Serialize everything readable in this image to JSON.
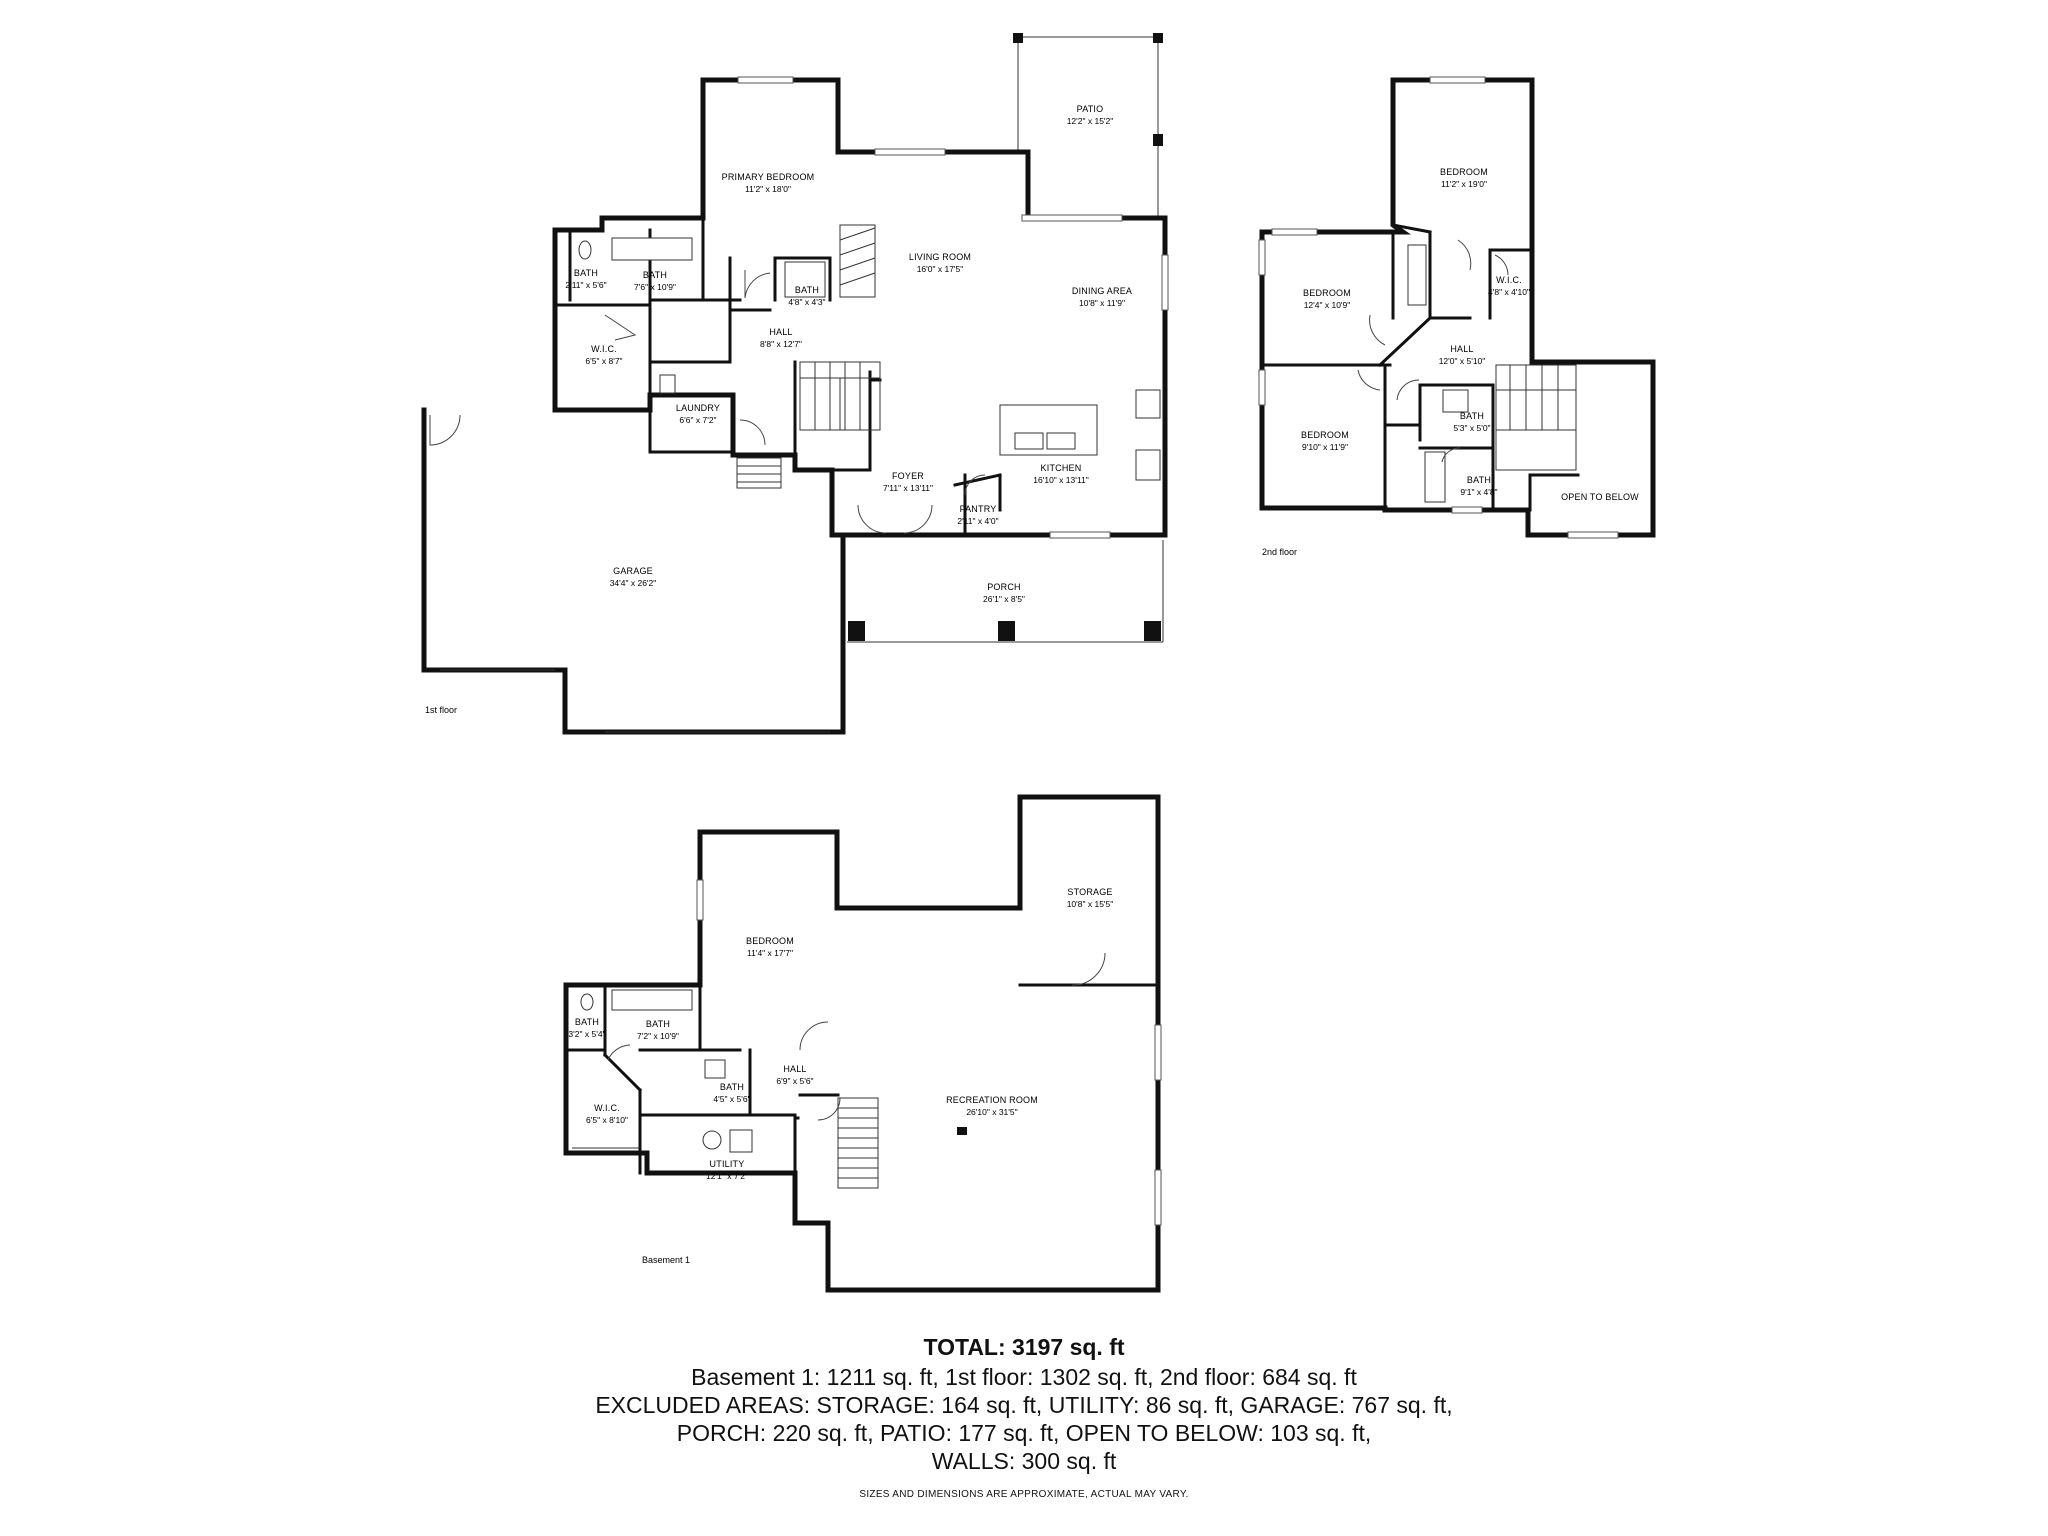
{
  "floors": {
    "first": "1st floor",
    "second": "2nd floor",
    "basement": "Basement 1"
  },
  "rooms": {
    "patio": {
      "name": "PATIO",
      "dim": "12'2\" x 15'2\""
    },
    "primary_bed": {
      "name": "PRIMARY BEDROOM",
      "dim": "11'2\" x 18'0\""
    },
    "living": {
      "name": "LIVING ROOM",
      "dim": "16'0\" x 17'5\""
    },
    "dining": {
      "name": "DINING AREA",
      "dim": "10'8\" x 11'9\""
    },
    "bath1a": {
      "name": "BATH",
      "dim": "2'11\" x 5'6\""
    },
    "bath1b": {
      "name": "BATH",
      "dim": "7'6\" x 10'9\""
    },
    "bath1c": {
      "name": "BATH",
      "dim": "4'8\" x 4'3\""
    },
    "hall1": {
      "name": "HALL",
      "dim": "8'8\" x 12'7\""
    },
    "wic1": {
      "name": "W.I.C.",
      "dim": "6'5\" x 8'7\""
    },
    "laundry": {
      "name": "LAUNDRY",
      "dim": "6'6\" x 7'2\""
    },
    "foyer": {
      "name": "FOYER",
      "dim": "7'11\" x 13'11\""
    },
    "kitchen": {
      "name": "KITCHEN",
      "dim": "16'10\" x 13'11\""
    },
    "pantry": {
      "name": "PANTRY",
      "dim": "2'11\" x 4'0\""
    },
    "garage": {
      "name": "GARAGE",
      "dim": "34'4\" x 26'2\""
    },
    "porch": {
      "name": "PORCH",
      "dim": "26'1\" x 8'5\""
    },
    "bed2a": {
      "name": "BEDROOM",
      "dim": "11'2\" x 19'0\""
    },
    "bed2b": {
      "name": "BEDROOM",
      "dim": "12'4\" x 10'9\""
    },
    "wic2": {
      "name": "W.I.C.",
      "dim": "4'8\" x 4'10\""
    },
    "hall2": {
      "name": "HALL",
      "dim": "12'0\" x 5'10\""
    },
    "bed2c": {
      "name": "BEDROOM",
      "dim": "9'10\" x 11'9\""
    },
    "bath2a": {
      "name": "BATH",
      "dim": "5'3\" x 5'0\""
    },
    "bath2b": {
      "name": "BATH",
      "dim": "9'1\" x 4'8\""
    },
    "open_below": {
      "name": "OPEN TO BELOW",
      "dim": ""
    },
    "storage": {
      "name": "STORAGE",
      "dim": "10'8\" x 15'5\""
    },
    "bed_b": {
      "name": "BEDROOM",
      "dim": "11'4\" x 17'7\""
    },
    "bath_b1": {
      "name": "BATH",
      "dim": "3'2\" x 5'4\""
    },
    "bath_b2": {
      "name": "BATH",
      "dim": "7'2\" x 10'9\""
    },
    "hall_b": {
      "name": "HALL",
      "dim": "6'9\" x 5'6\""
    },
    "bath_b3": {
      "name": "BATH",
      "dim": "4'5\" x 5'6\""
    },
    "rec": {
      "name": "RECREATION ROOM",
      "dim": "26'10\" x 31'5\""
    },
    "wic_b": {
      "name": "W.I.C.",
      "dim": "6'5\" x 8'10\""
    },
    "utility": {
      "name": "UTILITY",
      "dim": "12'1\" x 7'2\""
    }
  },
  "summary": {
    "total": "TOTAL: 3197 sq. ft",
    "line1": "Basement 1: 1211 sq. ft, 1st floor: 1302 sq. ft, 2nd floor: 684 sq. ft",
    "line2": "EXCLUDED AREAS: STORAGE: 164 sq. ft, UTILITY: 86 sq. ft, GARAGE: 767 sq. ft,",
    "line3": "PORCH: 220 sq. ft, PATIO: 177 sq. ft, OPEN TO BELOW: 103 sq. ft,",
    "line4": "WALLS: 300 sq. ft",
    "disclaimer": "SIZES AND DIMENSIONS ARE APPROXIMATE, ACTUAL MAY VARY."
  }
}
